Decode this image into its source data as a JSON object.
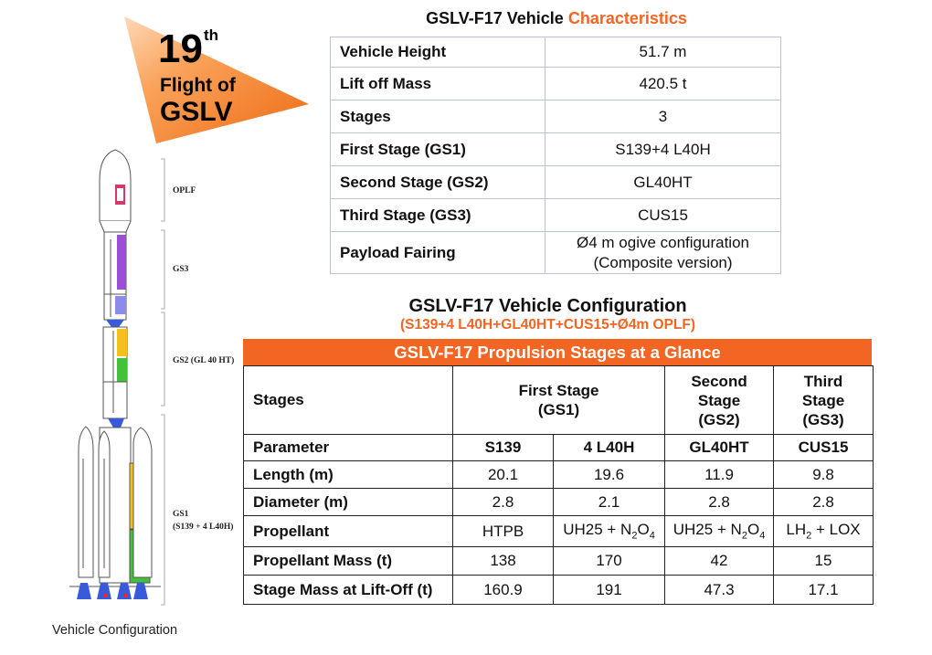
{
  "badge": {
    "number": "19",
    "suffix": "th",
    "line2": "Flight of",
    "line3": "GSLV"
  },
  "rocket": {
    "labels": {
      "oplf": "OPLF",
      "gs3": "GS3",
      "gs2": "GS2 (GL 40 HT)",
      "gs1_a": "GS1",
      "gs1_b": "(S139 + 4 L40H)"
    },
    "caption": "Vehicle Configuration"
  },
  "characteristics": {
    "title_prefix": "GSLV-F17 Vehicle",
    "title_highlight": "Characteristics",
    "rows": [
      {
        "label": "Vehicle Height",
        "value": "51.7 m"
      },
      {
        "label": "Lift off Mass",
        "value": "420.5 t"
      },
      {
        "label": "Stages",
        "value": "3"
      },
      {
        "label": "First Stage (GS1)",
        "value": "S139+4 L40H"
      },
      {
        "label": "Second Stage (GS2)",
        "value": "GL40HT"
      },
      {
        "label": "Third Stage (GS3)",
        "value": "CUS15"
      },
      {
        "label": "Payload Fairing",
        "value": "Ø4 m ogive configuration",
        "value2": "(Composite version)"
      }
    ]
  },
  "configuration": {
    "title": "GSLV-F17 Vehicle Configuration",
    "subtitle": "(S139+4 L40H+GL40HT+CUS15+Ø4m OPLF)"
  },
  "propulsion": {
    "banner": "GSLV-F17 Propulsion Stages at a Glance",
    "stages_label": "Stages",
    "first_stage": [
      "First Stage",
      "(GS1)"
    ],
    "second_stage": [
      "Second",
      "Stage",
      "(GS2)"
    ],
    "third_stage": [
      "Third",
      "Stage",
      "(GS3)"
    ],
    "param_row": [
      "Parameter",
      "S139",
      "4 L40H",
      "GL40HT",
      "CUS15"
    ],
    "length": [
      "Length (m)",
      "20.1",
      "19.6",
      "11.9",
      "9.8"
    ],
    "diameter": [
      "Diameter (m)",
      "2.8",
      "2.1",
      "2.8",
      "2.8"
    ],
    "propellant": {
      "label": "Propellant",
      "s139": "HTPB",
      "l40h": {
        "a": "UH25 + N",
        "sub1": "2",
        "mid": "O",
        "sub2": "4"
      },
      "gl40ht": {
        "a": "UH25 + N",
        "sub1": "2",
        "mid": "O",
        "sub2": "4"
      },
      "cus15": {
        "a": "LH",
        "sub1": "2",
        "b": " + LOX"
      }
    },
    "propellant_mass": [
      "Propellant Mass (t)",
      "138",
      "170",
      "42",
      "15"
    ],
    "stage_mass": [
      "Stage Mass at Lift-Off (t)",
      "160.9",
      "191",
      "47.3",
      "17.1"
    ]
  },
  "colors": {
    "accent": "#f26522",
    "table_border": "#b8c4d6"
  }
}
